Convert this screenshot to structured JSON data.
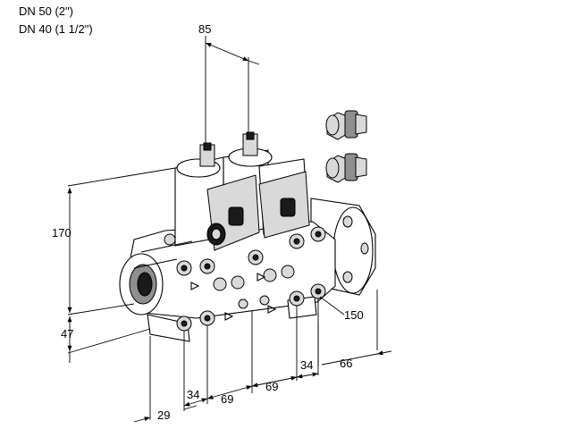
{
  "header": {
    "line1": "DN 50 (2\")",
    "line2": "DN 40 (1 1/2\")"
  },
  "dimensions": {
    "top_spacing": "85",
    "height_total": "170",
    "height_lower": "47",
    "depth": "150",
    "offset_66": "66",
    "span_34_right": "34",
    "span_69_right": "69",
    "span_69_left": "69",
    "span_34_left": "34",
    "width_29": "29"
  }
}
